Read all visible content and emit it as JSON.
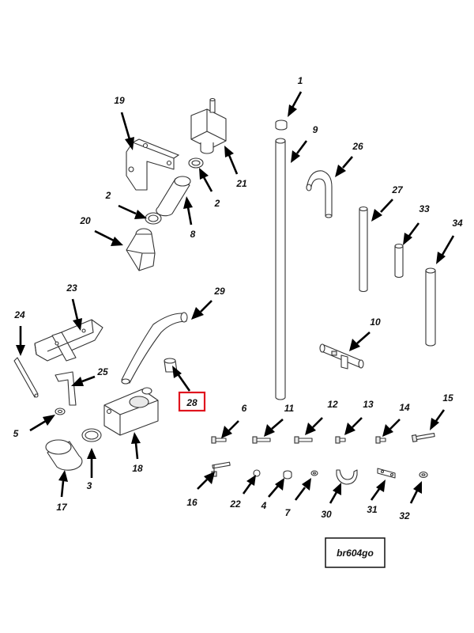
{
  "diagram": {
    "reference_code": "br604go",
    "highlighted_callout": "28",
    "colors": {
      "line": "#333333",
      "arrow": "#000000",
      "highlight": "#e0141e",
      "background": "#ffffff"
    },
    "callouts": [
      {
        "id": "c1",
        "label": "1"
      },
      {
        "id": "c9",
        "label": "9"
      },
      {
        "id": "c26",
        "label": "26"
      },
      {
        "id": "c27",
        "label": "27"
      },
      {
        "id": "c33",
        "label": "33"
      },
      {
        "id": "c34",
        "label": "34"
      },
      {
        "id": "c19",
        "label": "19"
      },
      {
        "id": "c21",
        "label": "21"
      },
      {
        "id": "c2a",
        "label": "2"
      },
      {
        "id": "c2b",
        "label": "2"
      },
      {
        "id": "c20",
        "label": "20"
      },
      {
        "id": "c8",
        "label": "8"
      },
      {
        "id": "c23",
        "label": "23"
      },
      {
        "id": "c29",
        "label": "29"
      },
      {
        "id": "c24",
        "label": "24"
      },
      {
        "id": "c25",
        "label": "25"
      },
      {
        "id": "c10",
        "label": "10"
      },
      {
        "id": "c28",
        "label": "28"
      },
      {
        "id": "c5",
        "label": "5"
      },
      {
        "id": "c6",
        "label": "6"
      },
      {
        "id": "c11",
        "label": "11"
      },
      {
        "id": "c12",
        "label": "12"
      },
      {
        "id": "c13",
        "label": "13"
      },
      {
        "id": "c14",
        "label": "14"
      },
      {
        "id": "c15",
        "label": "15"
      },
      {
        "id": "c18",
        "label": "18"
      },
      {
        "id": "c3",
        "label": "3"
      },
      {
        "id": "c17",
        "label": "17"
      },
      {
        "id": "c16",
        "label": "16"
      },
      {
        "id": "c22",
        "label": "22"
      },
      {
        "id": "c4",
        "label": "4"
      },
      {
        "id": "c7",
        "label": "7"
      },
      {
        "id": "c30",
        "label": "30"
      },
      {
        "id": "c31",
        "label": "31"
      },
      {
        "id": "c32",
        "label": "32"
      }
    ]
  }
}
